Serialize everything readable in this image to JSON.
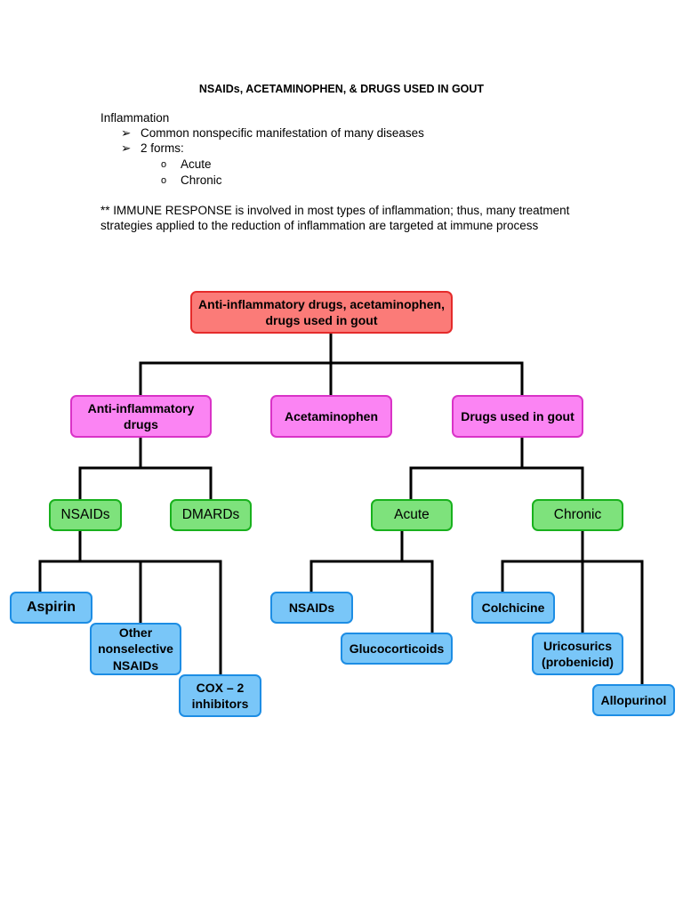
{
  "title": "NSAIDs, ACETAMINOPHEN, & DRUGS USED IN GOUT",
  "intro": {
    "heading": "Inflammation",
    "bullet_glyph": "➢",
    "sub_glyph": "o",
    "bullets": [
      "Common nonspecific manifestation of many diseases",
      "2 forms:"
    ],
    "forms": [
      "Acute",
      "Chronic"
    ],
    "note_line1": "** IMMUNE RESPONSE is involved in most types of inflammation; thus, many treatment",
    "note_line2": "strategies applied to the reduction of inflammation are targeted at immune process"
  },
  "diagram": {
    "root": "Anti-inflammatory drugs, acetaminophen, drugs used in gout",
    "level1": {
      "anti_inflammatory": "Anti-inflammatory drugs",
      "acetaminophen": "Acetaminophen",
      "gout": "Drugs used in gout"
    },
    "level2": {
      "nsaids": "NSAIDs",
      "dmards": "DMARDs",
      "acute": "Acute",
      "chronic": "Chronic"
    },
    "level3": {
      "aspirin": "Aspirin",
      "other_nsaids": "Other nonselective NSAIDs",
      "cox2": "COX – 2 inhibitors",
      "acute_nsaids": "NSAIDs",
      "glucocorticoids": "Glucocorticoids",
      "colchicine": "Colchicine",
      "uricosurics": "Uricosurics (probenicid)",
      "allopurinol": "Allopurinol"
    },
    "colors": {
      "root": "#fb7b78",
      "level1": "#fb84f3",
      "level2": "#7ee27c",
      "level3": "#79c6f8",
      "connector": "#000000"
    }
  }
}
